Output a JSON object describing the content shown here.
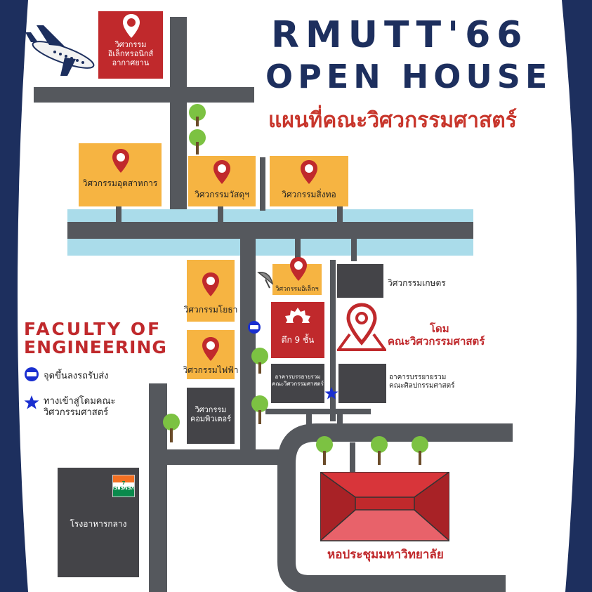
{
  "title_line1": "RMUTT'66",
  "title_line2": "OPEN HOUSE",
  "subtitle": "แผนที่คณะวิศวกรรมศาสตร์",
  "faculty_line1": "FACULTY OF",
  "faculty_line2": "ENGINEERING",
  "legend": {
    "bus_stop": "จุดขึ้นลงรถรับส่ง",
    "entrance_line1": "ทางเข้าสู่โดมคณะ",
    "entrance_line2": "วิศวกรรมศาสตร์"
  },
  "buildings": {
    "avionics_line1": "วิศวกรรม",
    "avionics_line2": "อิเล็กทรอนิกส์",
    "avionics_line3": "อากาศยาน",
    "industrial": "วิศวกรรมอุตสาหการ",
    "materials": "วิศวกรรมวัสดุฯ",
    "textile": "วิศวกรรมสิ่งทอ",
    "civil": "วิศวกรรมโยธา",
    "electrical": "วิศวกรรมไฟฟ้า",
    "computer_line1": "วิศวกรรม",
    "computer_line2": "คอมพิวเตอร์",
    "electronics": "วิศวกรรมอิเล็กฯ",
    "nine_floor": "ตึก 9 ชั้น",
    "agricultural": "วิศวกรรมเกษตร",
    "dome_line1": "โดม",
    "dome_line2": "คณะวิศวกรรมศาสตร์",
    "eng_lecture_line1": "อาคารบรรยายรวม",
    "eng_lecture_line2": "คณะวิศวกรรมศาสตร์",
    "arts_lecture_line1": "อาคารบรรยายรวม",
    "arts_lecture_line2": "คณะศิลปกรรมศาสตร์",
    "canteen": "โรงอาหารกลาง",
    "auditorium": "หอประชุมมหาวิทยาลัย"
  },
  "store_logo_text": "7 ELEVEN",
  "colors": {
    "navy": "#1d2f5e",
    "red": "#c0292c",
    "yellow": "#f6b442",
    "dark": "#444448",
    "road": "#55585d",
    "river": "#aadcea",
    "tree": "#7cc242"
  }
}
